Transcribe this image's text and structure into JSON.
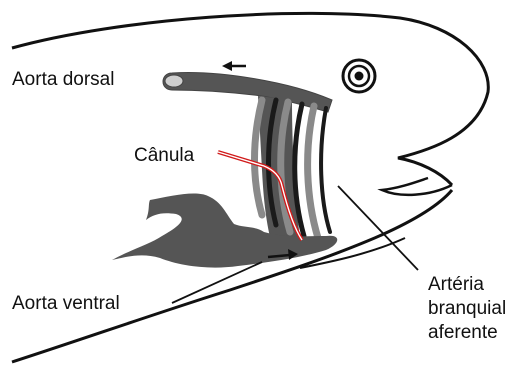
{
  "labels": {
    "aorta_dorsal": "Aorta dorsal",
    "canula": "Cânula",
    "aorta_ventral": "Aorta ventral",
    "arteria_line1": "Artéria",
    "arteria_line2": "branquial",
    "arteria_line3": "aferente"
  },
  "colors": {
    "outline": "#111111",
    "vessel": "#555555",
    "gill_filament": "#1a1a1a",
    "gill_filament_light": "#8a8a8a",
    "canula": "#d11a1a"
  },
  "icons": [
    "arrow-left-icon",
    "arrow-right-icon",
    "eye-icon"
  ]
}
